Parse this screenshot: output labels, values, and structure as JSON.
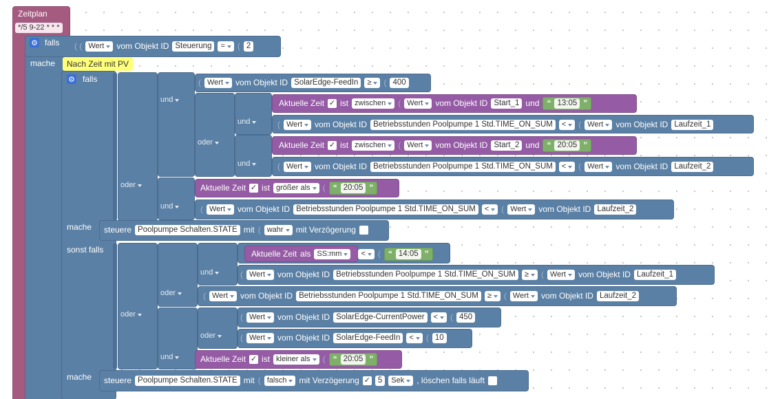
{
  "block": {
    "title": "Zeitplan",
    "cron": "*/5 9-22 * * *"
  },
  "labels": {
    "falls": "falls",
    "mache": "mache",
    "sonst_falls": "sonst falls",
    "und": "und",
    "oder": "oder",
    "wert": "Wert",
    "vom_objekt_id": "vom Objekt ID",
    "aktuelle_zeit": "Aktuelle Zeit",
    "ist": "ist",
    "zwischen": "zwischen",
    "groesser_als": "größer als",
    "kleiner_als": "kleiner als",
    "als": "als",
    "steuere": "steuere",
    "mit": "mit",
    "mit_verzoegerung": "mit Verzögerung",
    "sek": "Sek",
    "loeschen_falls_laeuft": ", löschen falls läuft"
  },
  "ops": {
    "eq": "=",
    "ge": "≥",
    "lt": "<"
  },
  "comment": "Nach Zeit mit PV",
  "objects": {
    "steuerung": "Steuerung",
    "feedin": "SolarEdge-FeedIn",
    "start1": "Start_1",
    "start2": "Start_2",
    "betrieb": "Betriebsstunden Poolpumpe  1 Std.TIME_ON_SUM",
    "laufzeit1": "Laufzeit_1",
    "laufzeit2": "Laufzeit_2",
    "pool_state": "Poolpumpe Schalten.STATE",
    "current_power": "SolarEdge-CurrentPower"
  },
  "values": {
    "v2": "2",
    "v400": "400",
    "t1305": "13:05",
    "t2005": "20:05",
    "t1405": "14:05",
    "v450": "450",
    "v10": "10",
    "v5": "5",
    "wahr": "wahr",
    "falsch": "falsch",
    "ssmm": "SS:mm"
  },
  "colors": {
    "logic": "#5b80a5",
    "trigger": "#a55b80",
    "time": "#955ba5",
    "text": "#7fb06a",
    "comment": "#ffff7a"
  }
}
